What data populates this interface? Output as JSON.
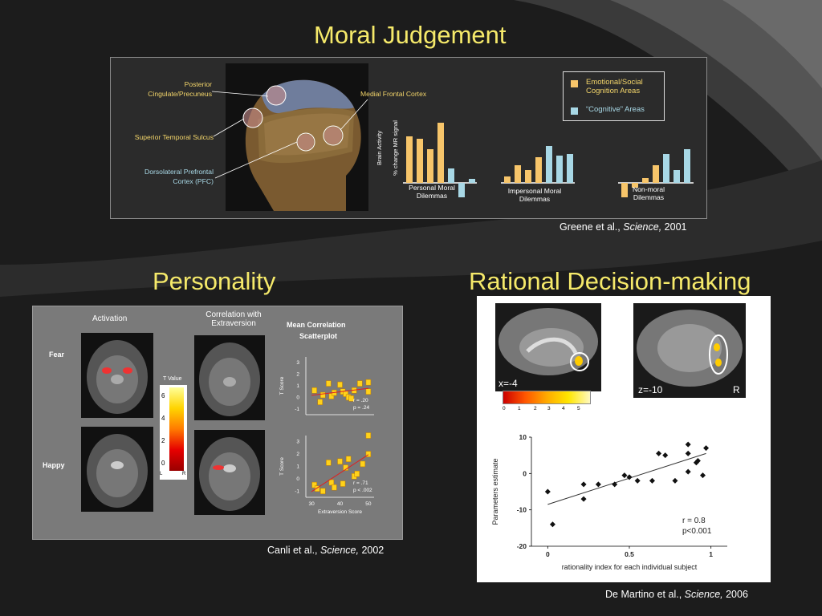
{
  "sections": {
    "moral": {
      "title": "Moral Judgement",
      "citation": {
        "authors": "Greene et al.,",
        "journal": "Science,",
        "year": "2001"
      },
      "brain_labels": {
        "posterior": "Posterior",
        "posterior2": "Cingulate/Precuneus",
        "sts": "Superior Temporal Sulcus",
        "dlpfc": "Dorsolateral Prefrontal",
        "dlpfc2": "Cortex (PFC)",
        "mfc": "Medial Frontal Cortex"
      },
      "legend": {
        "emotional": "Emotional/Social",
        "emotional2": "Cognition Areas",
        "cognitive": "“Cognitive” Areas"
      },
      "ylabel": "Brain Activity",
      "ylabel2": "% change MR signal",
      "groups": [
        "Personal Moral",
        "Dilemmas",
        "Impersonal Moral",
        "Dilemmas",
        "Non-moral",
        "Dilemmas"
      ]
    },
    "personality": {
      "title": "Personality",
      "citation": {
        "authors": "Canli et al.,",
        "journal": "Science,",
        "year": "2002"
      },
      "col_activation": "Activation",
      "col_corr": "Correlation with",
      "col_corr2": "Extraversion",
      "row_fear": "Fear",
      "row_happy": "Happy",
      "colorbar": {
        "title": "T Value",
        "ticks": [
          "6",
          "4",
          "2",
          "0"
        ],
        "left": "L",
        "right": "R"
      },
      "scatter_title": "Mean Correlation",
      "scatter_title2": "Scatterplot",
      "fear_stats": {
        "r": "r = .20",
        "p": "p = .24"
      },
      "happy_stats": {
        "r": "r = .71",
        "p": "p < .002"
      },
      "t_score": "T Score",
      "extraversion_label": "Extraversion Score",
      "x_ticks": [
        "30",
        "40",
        "50"
      ],
      "y_ticks": [
        "3",
        "2",
        "1",
        "0",
        "-1"
      ]
    },
    "rational": {
      "title": "Rational Decision-making",
      "citation": {
        "authors": "De Martino et al.,",
        "journal": "Science,",
        "year": "2006"
      },
      "slice1": "x=-4",
      "slice2": "z=-10",
      "slice2_side": "R",
      "colorbar_ticks": [
        "0",
        "1",
        "2",
        "3",
        "4",
        "5"
      ],
      "stats": {
        "r": "r = 0.8",
        "p": "p<0.001"
      }
    }
  },
  "chart_data": [
    {
      "type": "bar",
      "categories": [
        "Personal Moral Dilemmas",
        "Impersonal Moral Dilemmas",
        "Non-moral Dilemmas"
      ],
      "series": [
        {
          "name": "Emotional/Social Cognition Areas",
          "values": [
            [
              0.58,
              0.55,
              0.42,
              0.75
            ],
            [
              0.08,
              0.22,
              0.16,
              0.32
            ],
            [
              -0.18,
              -0.06,
              0.06,
              0.22
            ]
          ]
        },
        {
          "name": "“Cognitive” Areas",
          "values": [
            [
              0.18,
              -0.18,
              0.05
            ],
            [
              0.46,
              0.34,
              0.36
            ],
            [
              0.36,
              0.16,
              0.42
            ]
          ]
        }
      ],
      "ylabel": "Brain Activity % change MR signal"
    },
    {
      "type": "scatter",
      "title": "Mean Correlation Scatterplot",
      "panel": "Fear",
      "xlabel": "Extraversion Score",
      "ylabel": "T Score",
      "xlim": [
        28,
        52
      ],
      "ylim": [
        -1.5,
        3.5
      ],
      "points": [
        [
          31,
          0.6
        ],
        [
          33,
          -0.4
        ],
        [
          34,
          0.2
        ],
        [
          36,
          1.2
        ],
        [
          37,
          0.1
        ],
        [
          38,
          0.4
        ],
        [
          40,
          1.1
        ],
        [
          41,
          0.5
        ],
        [
          42,
          0.3
        ],
        [
          43,
          0.0
        ],
        [
          44,
          -0.1
        ],
        [
          45,
          0.6
        ],
        [
          47,
          1.2
        ],
        [
          50,
          1.3
        ],
        [
          50,
          0.5
        ]
      ],
      "annotation": "r = .20 p = .24"
    },
    {
      "type": "scatter",
      "panel": "Happy",
      "xlabel": "Extraversion Score",
      "ylabel": "T Score",
      "x_ticks": [
        30,
        40,
        50
      ],
      "xlim": [
        28,
        52
      ],
      "ylim": [
        -1.5,
        3.5
      ],
      "points": [
        [
          31,
          -0.5
        ],
        [
          32,
          -0.8
        ],
        [
          34,
          -1.0
        ],
        [
          36,
          1.3
        ],
        [
          37,
          -0.3
        ],
        [
          38,
          -0.7
        ],
        [
          40,
          1.4
        ],
        [
          41,
          -0.4
        ],
        [
          42,
          0.9
        ],
        [
          43,
          1.6
        ],
        [
          45,
          0.2
        ],
        [
          46,
          0.4
        ],
        [
          48,
          1.2
        ],
        [
          50,
          2.0
        ],
        [
          50,
          3.5
        ]
      ],
      "annotation": "r = .71 p < .002"
    },
    {
      "type": "scatter",
      "xlabel": "rationality index for each individual subject",
      "ylabel": "Parameters  estimate",
      "x_ticks": [
        "0",
        "0.5",
        "1"
      ],
      "y_ticks": [
        "10",
        "0",
        "-10",
        "-20"
      ],
      "xlim": [
        -0.1,
        1.1
      ],
      "ylim": [
        -20,
        10
      ],
      "points": [
        [
          0.0,
          -5
        ],
        [
          0.03,
          -14
        ],
        [
          0.22,
          -3
        ],
        [
          0.22,
          -7
        ],
        [
          0.31,
          -3
        ],
        [
          0.41,
          -3
        ],
        [
          0.47,
          -0.5
        ],
        [
          0.5,
          -1
        ],
        [
          0.55,
          -2
        ],
        [
          0.64,
          -2
        ],
        [
          0.68,
          5.5
        ],
        [
          0.72,
          5
        ],
        [
          0.78,
          -2
        ],
        [
          0.86,
          8
        ],
        [
          0.86,
          5.5
        ],
        [
          0.86,
          0.5
        ],
        [
          0.91,
          3
        ],
        [
          0.92,
          3.5
        ],
        [
          0.95,
          -0.5
        ],
        [
          0.97,
          7
        ]
      ],
      "annotation": "r = 0.8 p<0.001"
    }
  ]
}
